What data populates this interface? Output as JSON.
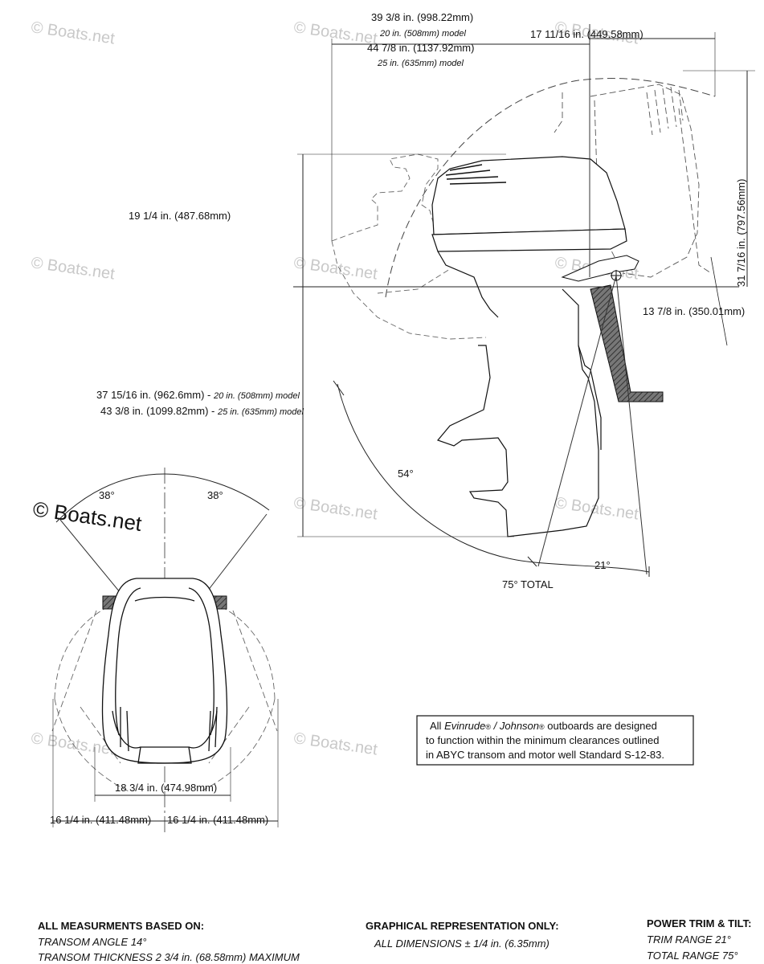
{
  "watermark": {
    "text": "Boats.net",
    "symbol": "©"
  },
  "side_view": {
    "overall_length_20": "39 3/8 in. (998.22mm)",
    "overall_length_20_model": "20 in. (508mm) model",
    "overall_length_25": "44 7/8 in. (1137.92mm)",
    "overall_length_25_model": "25 in. (635mm) model",
    "forward_reach": "17 11/16 in. (449.58mm)",
    "height_above_bracket": "19 1/4 in. (487.68mm)",
    "tilt_height": "31 7/16 in. (797.56mm)",
    "tilt_offset": "13  7/8 in. (350.01mm)",
    "leg_length_20": "37 15/16 in. (962.6mm)",
    "leg_length_20_sep": " - ",
    "leg_length_20_model": "20 in. (508mm) model",
    "leg_length_25": "43 3/8 in. (1099.82mm)",
    "leg_length_25_sep": " - ",
    "leg_length_25_model": "25 in. (635mm) model",
    "tilt_angle": "54°",
    "trim_angle": "21°",
    "total_angle": "75° TOTAL"
  },
  "top_view": {
    "steer_left": "38°",
    "steer_right": "38°",
    "width_cowl": "18 3/4 in. (474.98mm)",
    "swing_left": "16 1/4 in. (411.48mm)",
    "swing_right": "16 1/4 in. (411.48mm)"
  },
  "note": {
    "line1_a": "All ",
    "line1_brand1": "Evinrude",
    "line1_reg1": "®",
    "line1_slash": " / ",
    "line1_brand2": "Johnson",
    "line1_reg2": "®",
    "line1_b": " outboards are designed",
    "line2": "to function within the minimum clearances outlined",
    "line3": "in ABYC transom and motor well Standard S-12-83."
  },
  "footer": {
    "col1_title": "ALL MEASURMENTS BASED ON:",
    "col1_line1": "TRANSOM ANGLE 14°",
    "col1_line2": "TRANSOM THICKNESS 2 3/4 in. (68.58mm) MAXIMUM",
    "col2_title": "GRAPHICAL REPRESENTATION ONLY:",
    "col2_line1": "ALL DIMENSIONS ± 1/4 in. (6.35mm)",
    "col3_title": "POWER TRIM & TILT:",
    "col3_line1": "TRIM RANGE 21°",
    "col3_line2": "TOTAL RANGE 75°"
  }
}
